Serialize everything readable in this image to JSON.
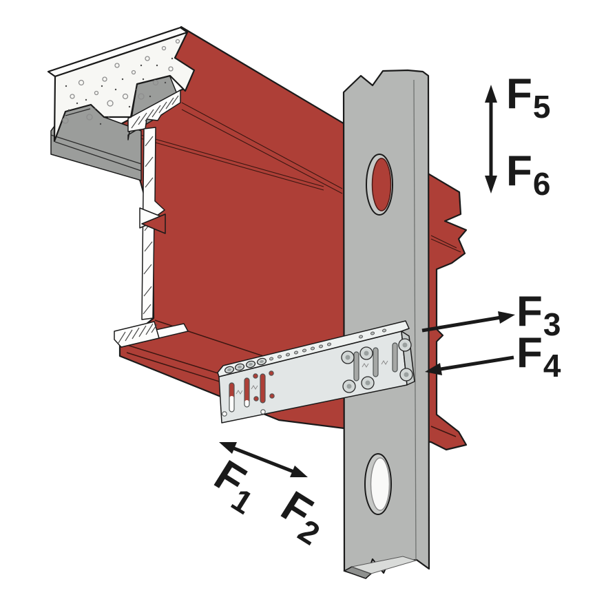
{
  "forces": [
    {
      "letter": "F",
      "sub": "1"
    },
    {
      "letter": "F",
      "sub": "2"
    },
    {
      "letter": "F",
      "sub": "3"
    },
    {
      "letter": "F",
      "sub": "4"
    },
    {
      "letter": "F",
      "sub": "5"
    },
    {
      "letter": "F",
      "sub": "6"
    }
  ],
  "colors": {
    "beam_red": "#ae3f37",
    "concrete": "#f7f7f4",
    "deck_gray": "#9b9d9b",
    "stud_gray": "#b5b7b5",
    "connector_gray": "#e2e6e6",
    "outline": "#1a1a1a"
  }
}
